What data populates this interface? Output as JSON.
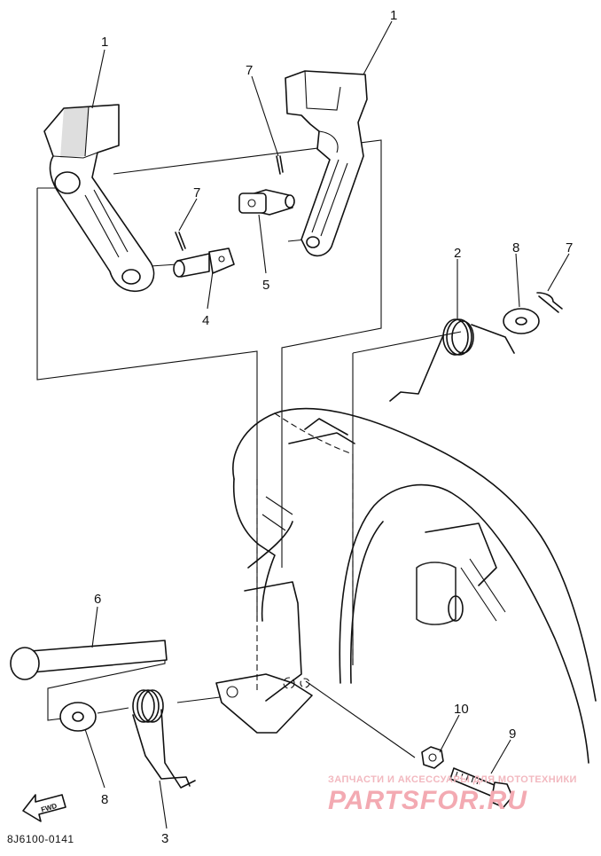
{
  "callouts": {
    "c1_left": "1",
    "c1_right": "1",
    "c2": "2",
    "c3": "3",
    "c4": "4",
    "c5": "5",
    "c6": "6",
    "c7_top": "7",
    "c7_left": "7",
    "c7_right": "7",
    "c8_top": "8",
    "c8_bottom": "8",
    "c9": "9",
    "c10": "10"
  },
  "forward_arrow": {
    "label": "FWD"
  },
  "diagram_code": "8J6100-0141",
  "watermark": {
    "line1": "ЗАПЧАСТИ И АКСЕССУАРЫ ДЛЯ МОТОТЕХНИКИ",
    "line2": "PARTSFOR.RU"
  }
}
